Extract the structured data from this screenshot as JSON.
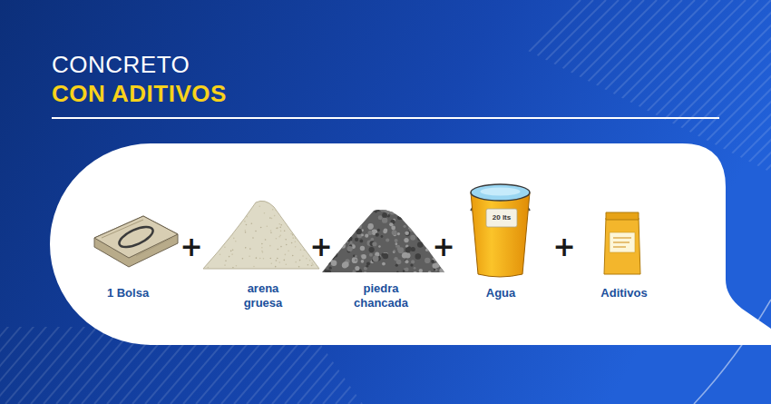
{
  "diagram": {
    "title": "CONCRETO",
    "labels": [
      "CON ADITIVOS",
      "1 Bolsa",
      "+",
      "arena gruesa",
      "+",
      "piedra chancada",
      "+",
      "Agua",
      "20 lts",
      "+",
      "Aditivos"
    ]
  }
}
